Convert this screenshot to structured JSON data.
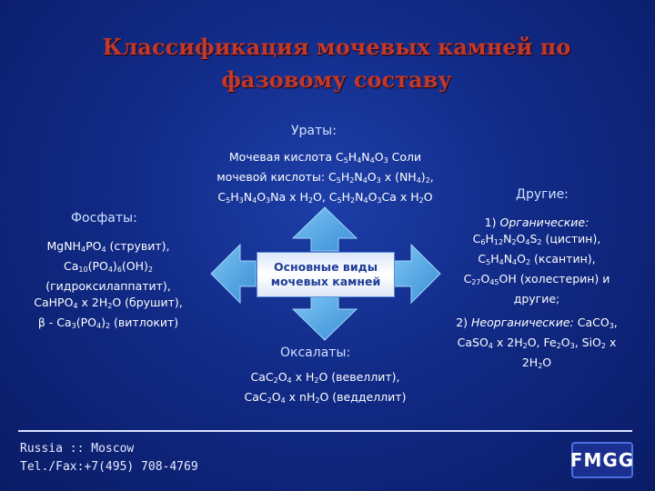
{
  "title": [
    "Классификация мочевых камней по",
    "фазовому составу"
  ],
  "urates": {
    "heading": "Ураты:",
    "text": [
      "Мочевая кислота C<sub>5</sub>H<sub>4</sub>N<sub>4</sub>O<sub>3</sub> Соли",
      "мочевой кислоты: C<sub>5</sub>H<sub>2</sub>N<sub>4</sub>O<sub>3</sub> x (NH<sub>4</sub>)<sub>2</sub>,",
      "C<sub>5</sub>H<sub>3</sub>N<sub>4</sub>O<sub>3</sub>Na x H<sub>2</sub>O, C<sub>5</sub>H<sub>2</sub>N<sub>4</sub>O<sub>3</sub>Ca x H<sub>2</sub>O"
    ]
  },
  "phosphates": {
    "heading": "Фосфаты:",
    "text": [
      "MgNH<sub>4</sub>PO<sub>4</sub> (струвит),",
      "Ca<sub>10</sub>(PO<sub>4</sub>)<sub>6</sub>(OH)<sub>2</sub>",
      "(гидроксилаппатит),",
      "CaHPO<sub>4</sub> x 2H<sub>2</sub>O (брушит),",
      "β - Ca<sub>3</sub>(PO<sub>4</sub>)<sub>2</sub> (витлокит)"
    ]
  },
  "center": [
    "Основные виды",
    "мочевых камней"
  ],
  "oxalates": {
    "heading": "Оксалаты:",
    "text": [
      "CaC<sub>2</sub>O<sub>4</sub> x H<sub>2</sub>O (вевеллит),",
      "CaC<sub>2</sub>O<sub>4</sub> x nH<sub>2</sub>O (ведделлит)"
    ]
  },
  "others": {
    "heading": "Другие:",
    "text": [
      "1) <i>Органические:</i>",
      "C<sub>6</sub>H<sub>12</sub>N<sub>2</sub>O<sub>4</sub>S<sub>2</sub> (цистин),",
      "C<sub>5</sub>H<sub>4</sub>N<sub>4</sub>O<sub>2</sub> (ксантин),",
      "C<sub>27</sub>O<sub>45</sub>OH (холестерин) и",
      "другие;",
      "2) <i>Неорганические:</i> CaCO<sub>3</sub>,",
      "CaSO<sub>4</sub> x 2H<sub>2</sub>O, Fe<sub>2</sub>O<sub>3</sub>, SiO<sub>2</sub> x",
      "2H<sub>2</sub>O"
    ]
  },
  "footer": [
    "Russia :: Moscow",
    "Tel./Fax:+7(495) 708-4769"
  ],
  "logo": "FMGG",
  "colors": {
    "title": "#c0392b",
    "arrow": "#4aa7e8"
  }
}
